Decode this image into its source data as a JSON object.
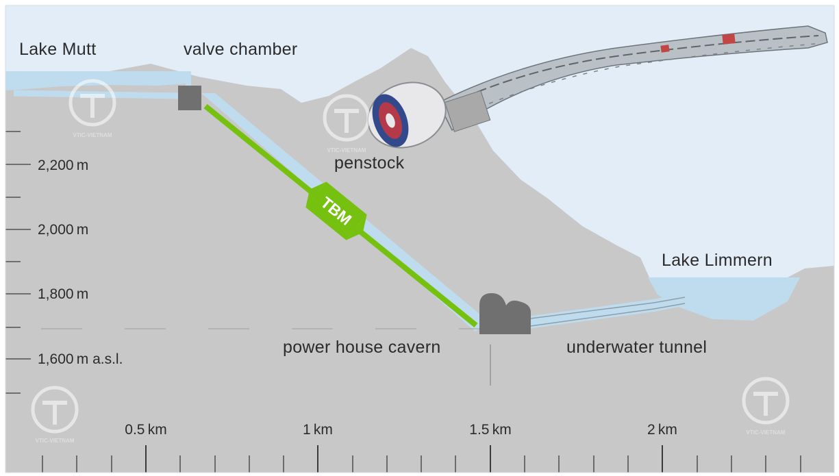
{
  "labels": {
    "lake_mutt": "Lake Mutt",
    "valve_chamber": "valve chamber",
    "penstock": "penstock",
    "lake_limmern": "Lake Limmern",
    "power_house_cavern": "power house cavern",
    "underwater_tunnel": "underwater tunnel",
    "tbm": "TBM"
  },
  "elevation_axis": {
    "labels": [
      "2,200 m",
      "2,000 m",
      "1,800 m",
      "1,600 m a.s.l."
    ]
  },
  "distance_axis": {
    "labels": [
      "0.5 km",
      "1 km",
      "1.5 km",
      "2 km"
    ]
  },
  "watermark": {
    "text": "VTIC-VIETNAM"
  },
  "colors": {
    "sky": "#e3edf8",
    "mountain": "#c8c8c8",
    "water": "#bfdcef",
    "tbm_green": "#76c10f",
    "structure_gray": "#707070",
    "text": "#2b2b2b"
  }
}
